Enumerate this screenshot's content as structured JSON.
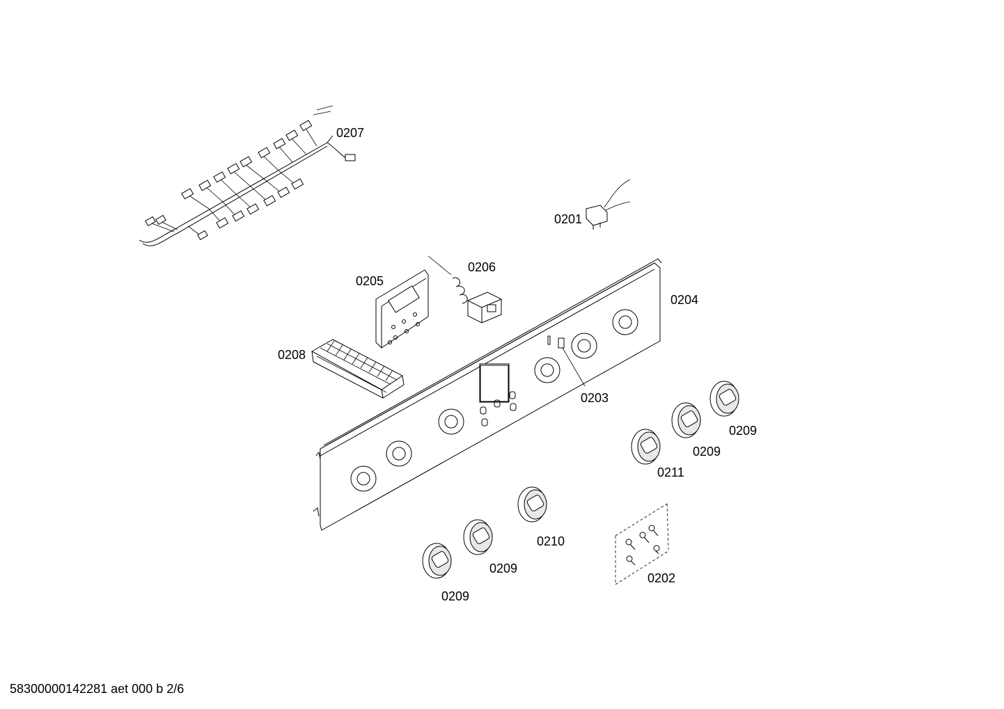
{
  "labels": {
    "p0201": "0201",
    "p0202": "0202",
    "p0203": "0203",
    "p0204": "0204",
    "p0205": "0205",
    "p0206": "0206",
    "p0207": "0207",
    "p0208": "0208",
    "p0209a": "0209",
    "p0209b": "0209",
    "p0209c": "0209",
    "p0209d": "0209",
    "p0210": "0210",
    "p0211": "0211"
  },
  "footer": "58300000142281 aet 000 b 2/6"
}
